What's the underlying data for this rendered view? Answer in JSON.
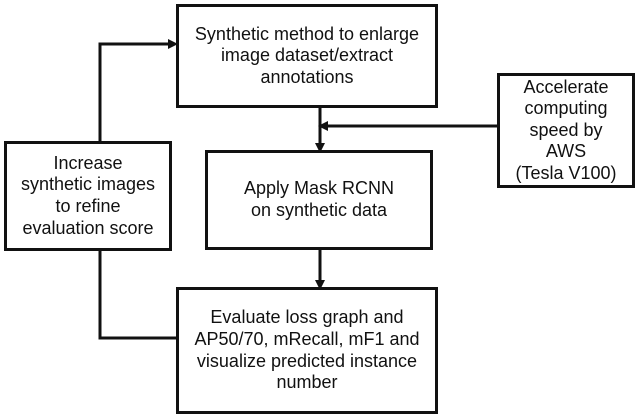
{
  "flowchart": {
    "boxes": {
      "synthetic_method": "Synthetic method to enlarge\nimage dataset/extract\nannotations",
      "accelerate": "Accelerate\ncomputing\nspeed by AWS\n(Tesla V100)",
      "mask_rcnn": "Apply Mask RCNN\non synthetic data",
      "increase": "Increase\nsynthetic images\nto refine\nevaluation score",
      "evaluate": "Evaluate loss graph and\nAP50/70, mRecall, mF1 and\nvisualize predicted instance\nnumber"
    },
    "colors": {
      "border": "#111111",
      "line": "#111111",
      "text": "#111111",
      "background": "#ffffff"
    }
  }
}
